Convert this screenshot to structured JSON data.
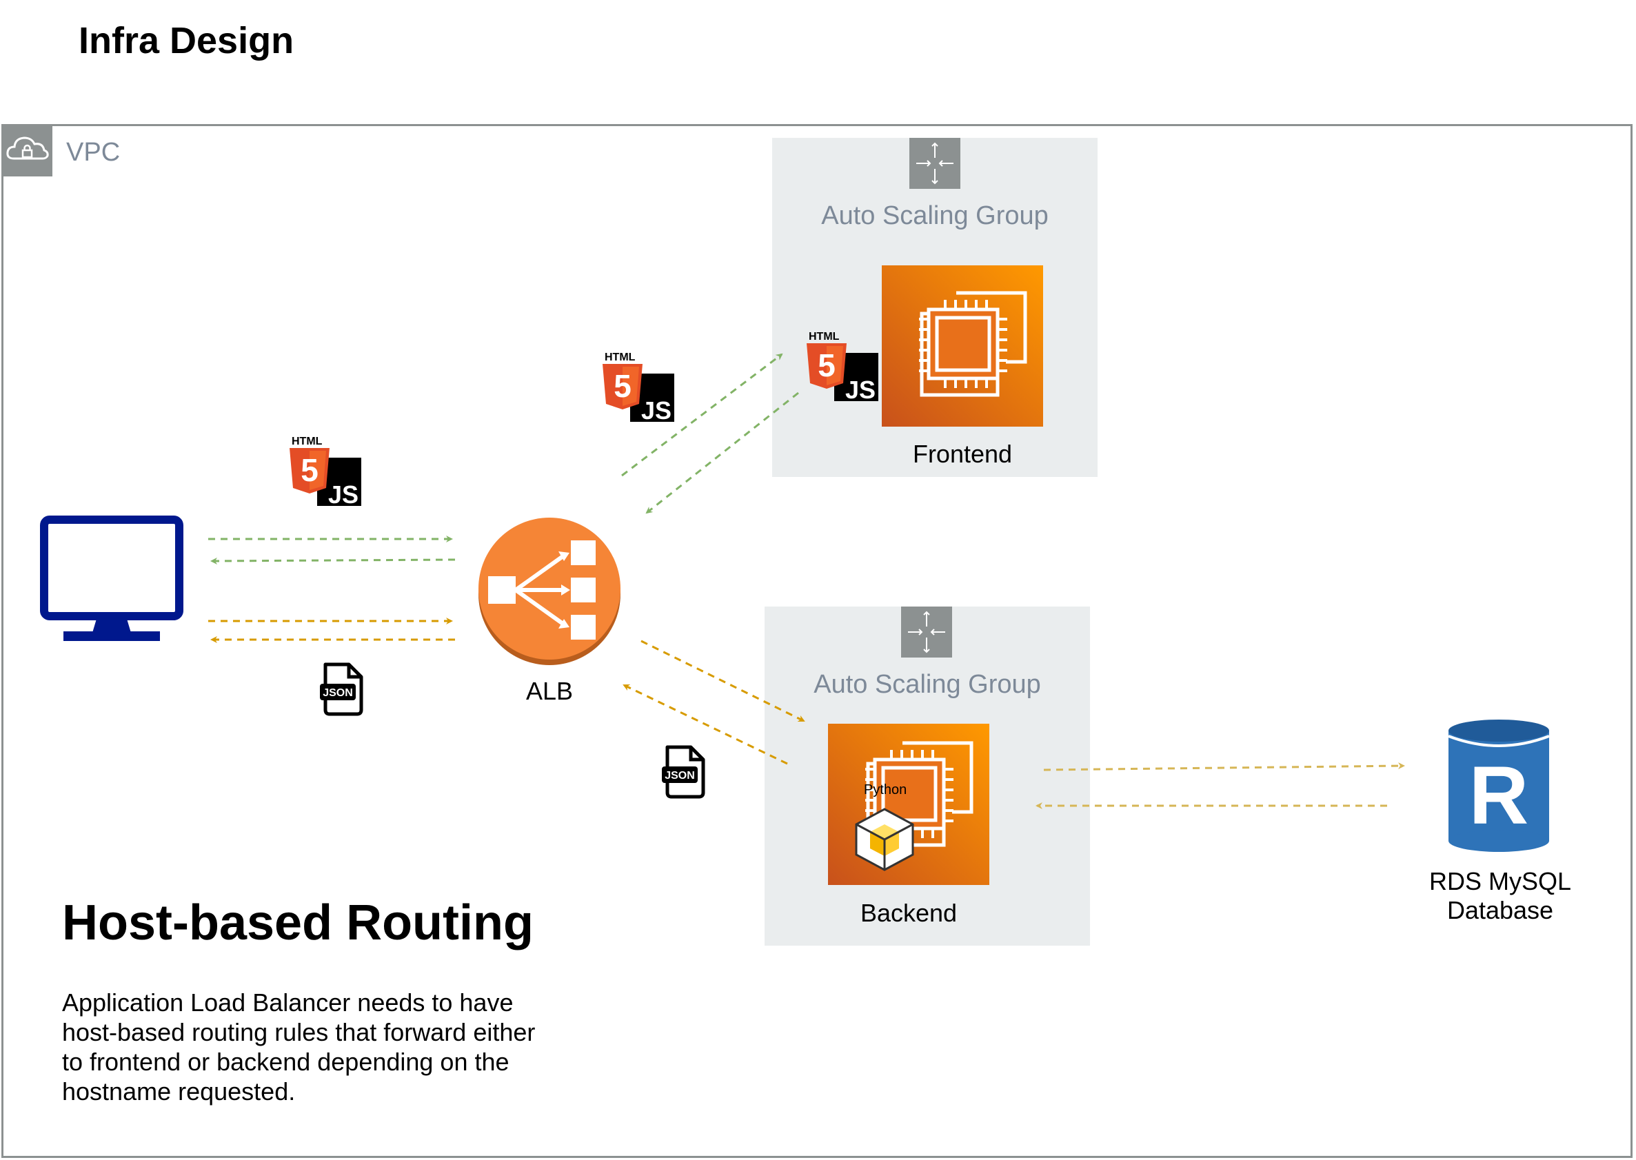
{
  "title": "Infra Design",
  "vpc": {
    "label": "VPC",
    "icon": "vpc-cloud-lock-icon"
  },
  "frontend_group": {
    "label": "Auto Scaling Group",
    "node_label": "Frontend"
  },
  "backend_group": {
    "label": "Auto Scaling Group",
    "node_label": "Backend",
    "runtime_label": "Python"
  },
  "alb": {
    "label": "ALB"
  },
  "database": {
    "label_line1": "RDS MySQL",
    "label_line2": "Database",
    "letter": "R"
  },
  "badges": {
    "html": "HTML",
    "js": "JS",
    "five": "5",
    "json": "JSON"
  },
  "heading": "Host-based Routing",
  "description": "Application Load Balancer needs to have host-based routing rules that forward either to frontend or backend depending on the hostname requested.",
  "colors": {
    "html_flow": "#82b366",
    "json_flow": "#d79b00",
    "db_flow": "#d6b656",
    "alb": "#f58536",
    "client": "#00188d",
    "rds": "#2e73b8",
    "group_bg": "#eaedee",
    "group_gray": "#8c9191",
    "ec2_dark": "#c8511b",
    "ec2_light": "#ff9900"
  }
}
